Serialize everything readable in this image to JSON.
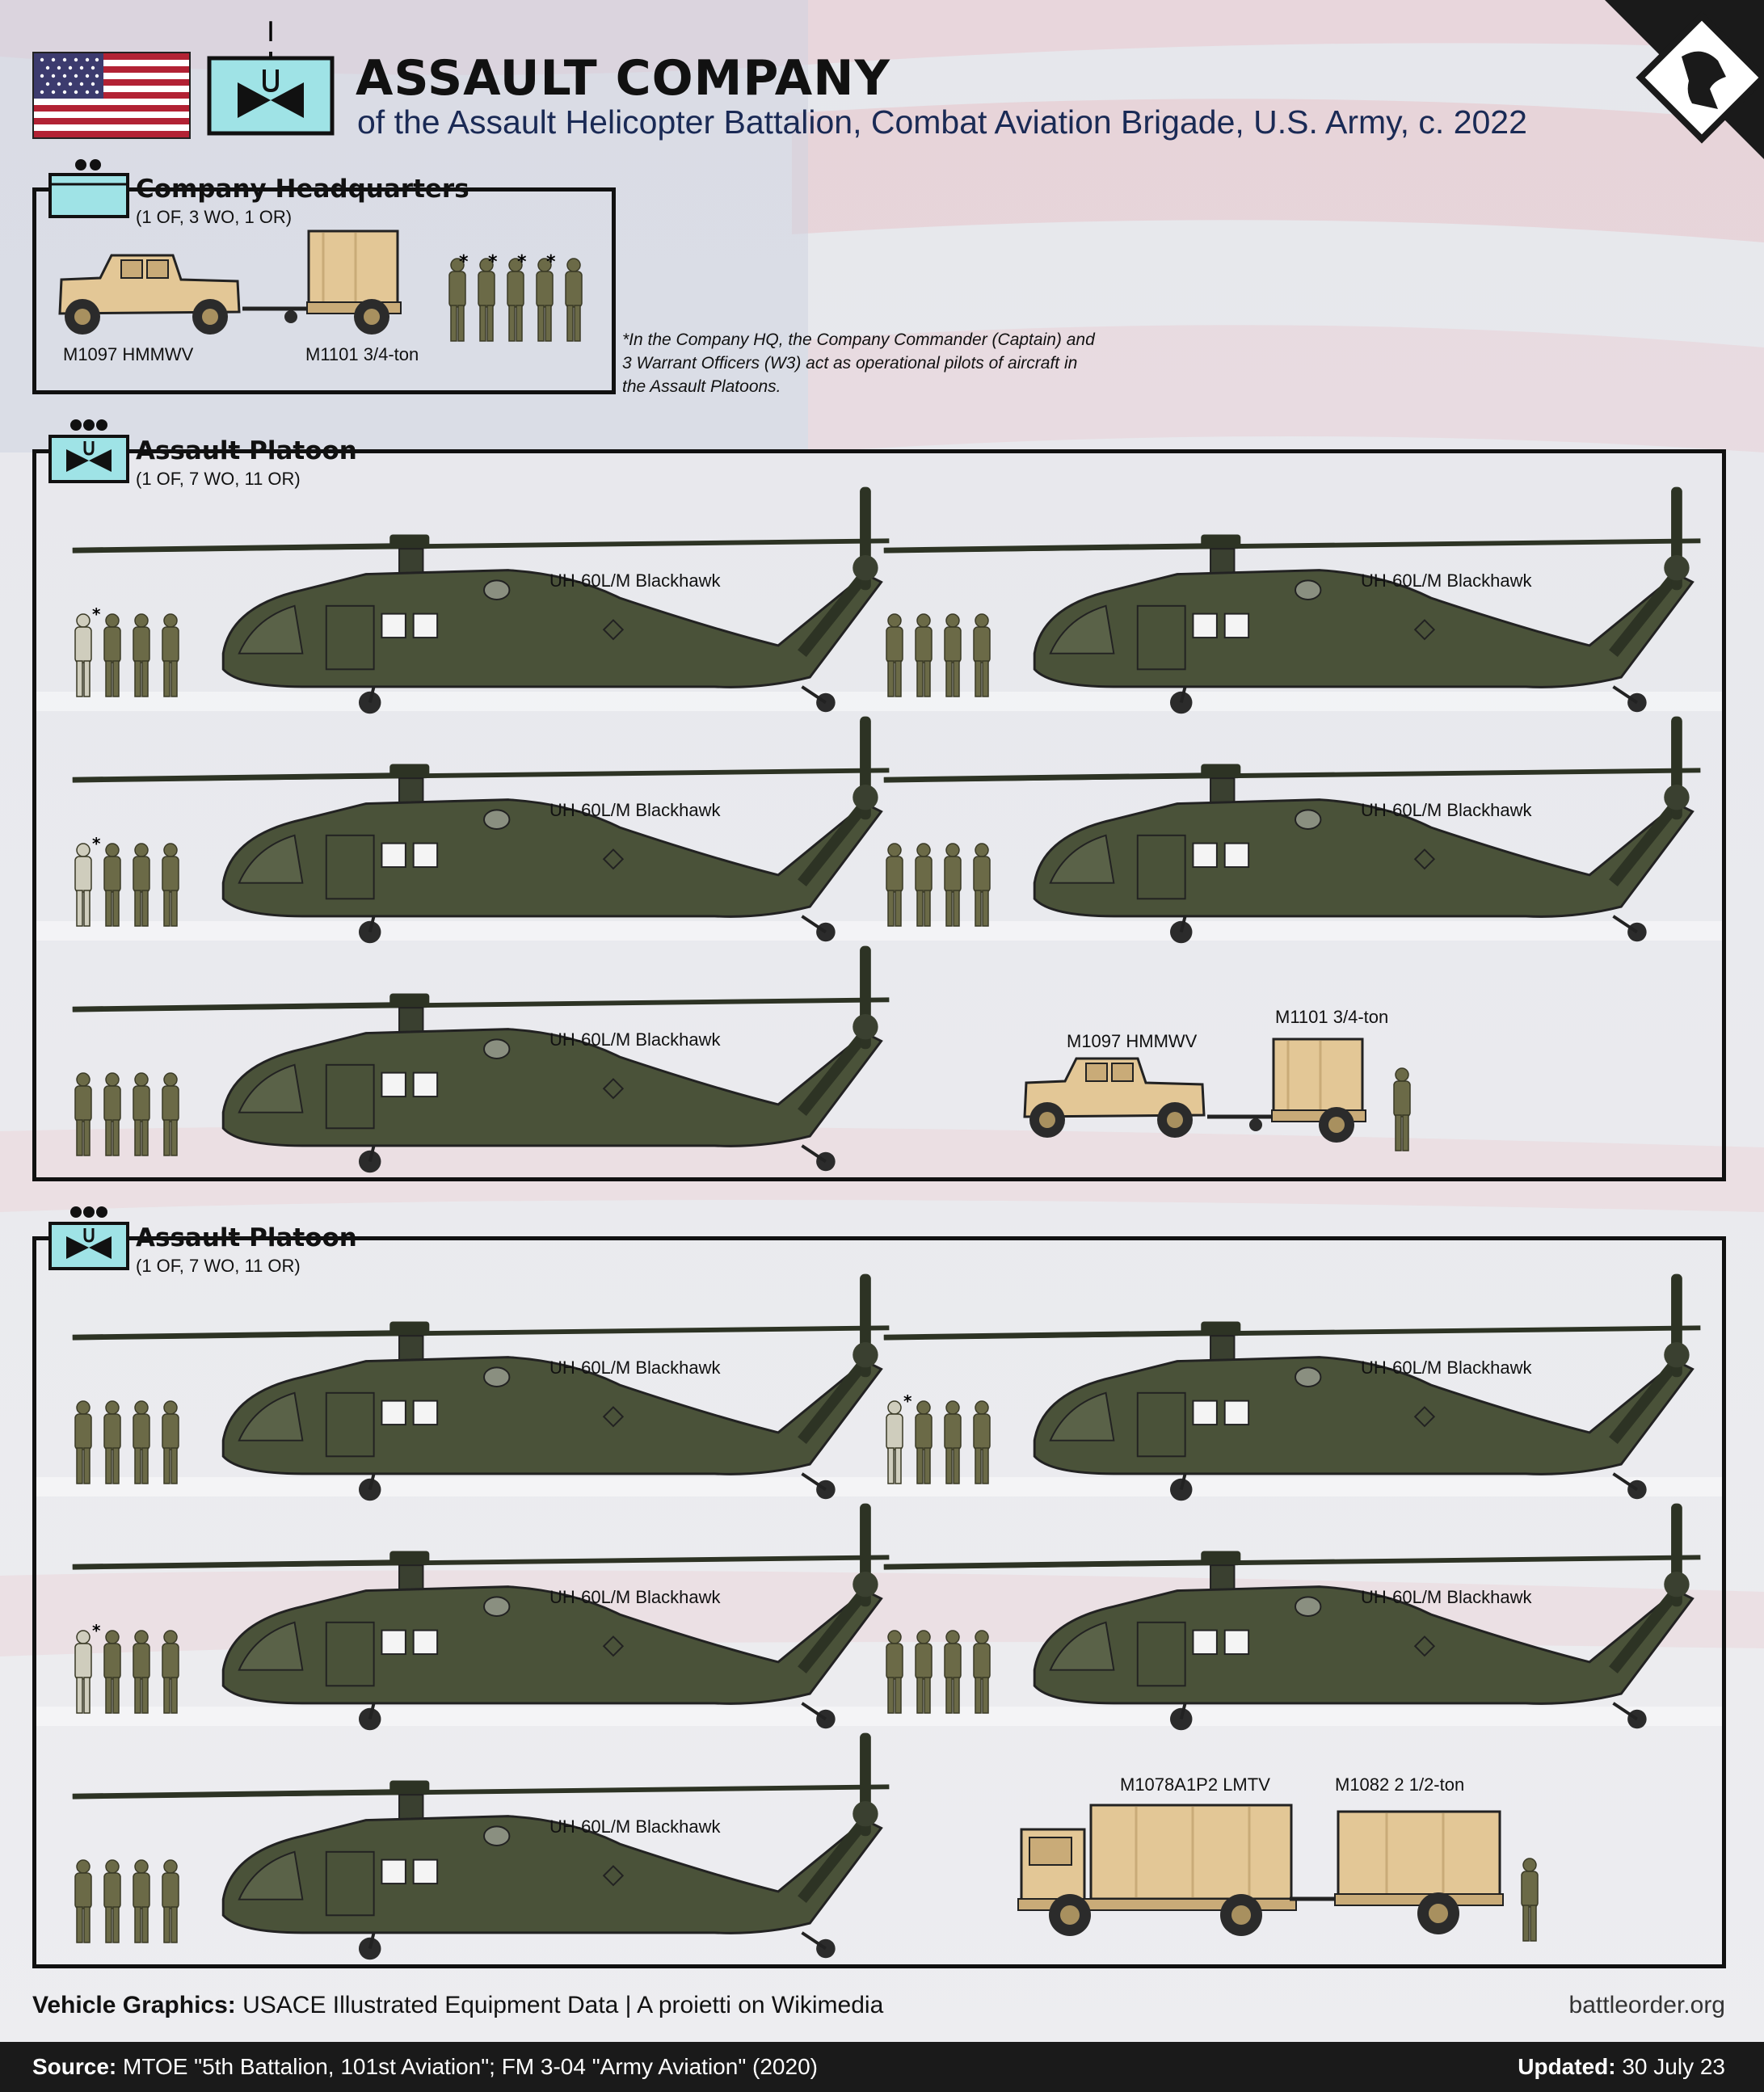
{
  "header": {
    "title": "ASSAULT COMPANY",
    "subtitle": "of the Assault Helicopter Battalion, Combat Aviation Brigade, U.S. Army, c. 2022",
    "unit_symbol_echelon": "I",
    "unit_symbol_letter": "U"
  },
  "company_hq": {
    "title": "Company Headquarters",
    "strength": "(1 OF, 3 WO, 1 OR)",
    "vehicles": [
      {
        "label": "M1097 HMMWV"
      },
      {
        "label": "M1101 3/4-ton"
      }
    ],
    "note_lines": [
      "*In the Company HQ, the Company Commander (Captain) and",
      " 3 Warrant Officers (W3) act as operational pilots of aircraft in",
      " the Assault Platoons."
    ],
    "asterisk": "*"
  },
  "platoons": [
    {
      "title": "Assault Platoon",
      "strength": "(1 OF, 7 WO, 11 OR)",
      "aircraft_label": "UH-60L/M Blackhawk",
      "support_vehicles": [
        {
          "label": "M1097 HMMWV"
        },
        {
          "label": "M1101 3/4-ton"
        }
      ]
    },
    {
      "title": "Assault Platoon",
      "strength": "(1 OF, 7 WO, 11 OR)",
      "aircraft_label": "UH-60L/M Blackhawk",
      "support_vehicles": [
        {
          "label": "M1078A1P2 LMTV"
        },
        {
          "label": "M1082 2 1/2-ton"
        }
      ]
    }
  ],
  "footer": {
    "credit_label": "Vehicle Graphics:",
    "credit_text": " USACE Illustrated Equipment Data  |  A proietti on Wikimedia",
    "site": "battleorder.org",
    "source_label": "Source:",
    "source_text": " MTOE \"5th Battalion, 101st Aviation\"; FM 3-04 \"Army Aviation\" (2020)",
    "updated_label": "Updated:",
    "updated_text": " 30 July 23"
  },
  "colors": {
    "heli_body": "#4a5239",
    "heli_dark": "#2d3324",
    "tan_vehicle": "#e3c796",
    "symbol_fill": "#9fe3e6",
    "camo": "#6b6a47"
  },
  "icons": [
    "us-flag-icon",
    "unit-symbol-icon",
    "battleorder-logo-icon",
    "helicopter-icon",
    "soldier-icon",
    "truck-icon",
    "trailer-icon"
  ]
}
